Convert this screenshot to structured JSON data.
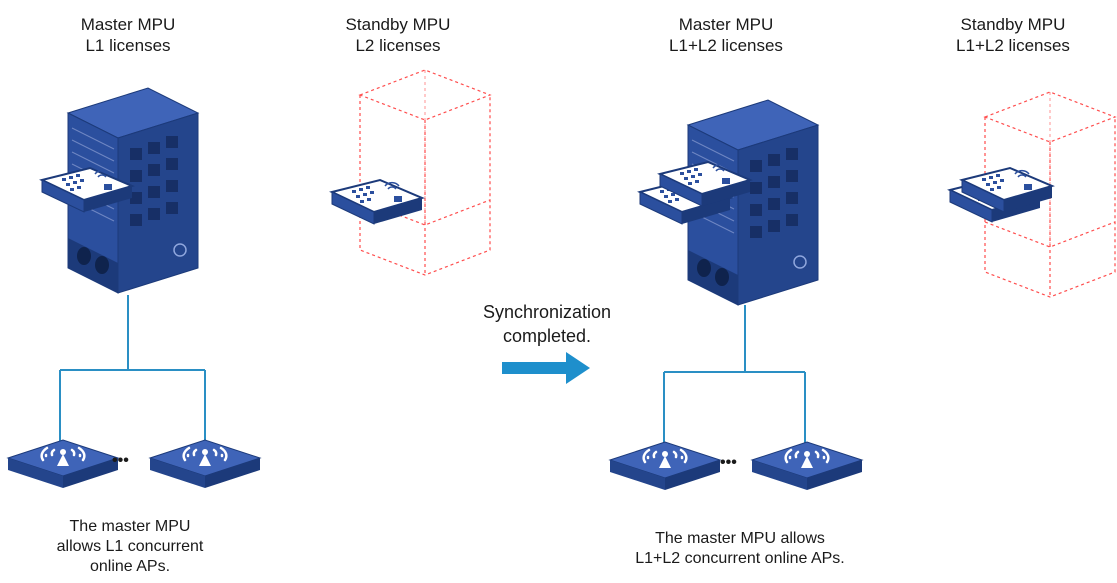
{
  "headers": [
    {
      "line1": "Master MPU",
      "line2": "L1 licenses"
    },
    {
      "line1": "Standby MPU",
      "line2": "L2 licenses"
    },
    {
      "line1": "Master MPU",
      "line2": "L1+L2 licenses"
    },
    {
      "line1": "Standby MPU",
      "line2": "L1+L2 licenses"
    }
  ],
  "arrow": {
    "line1": "Synchronization",
    "line2": "completed."
  },
  "captions": {
    "left": {
      "line1": "The master MPU",
      "line2": "allows L1 concurrent",
      "line3": "online APs."
    },
    "right": {
      "line1": "The master MPU allows",
      "line2": "L1+L2 concurrent online APs."
    }
  },
  "ellipsis": "•••",
  "colors": {
    "device": "#2b4f9e",
    "device_dark": "#1c3a7a",
    "link": "#2a8fc4",
    "arrow": "#1e8fcc",
    "ghost": "#ff4d4d"
  }
}
